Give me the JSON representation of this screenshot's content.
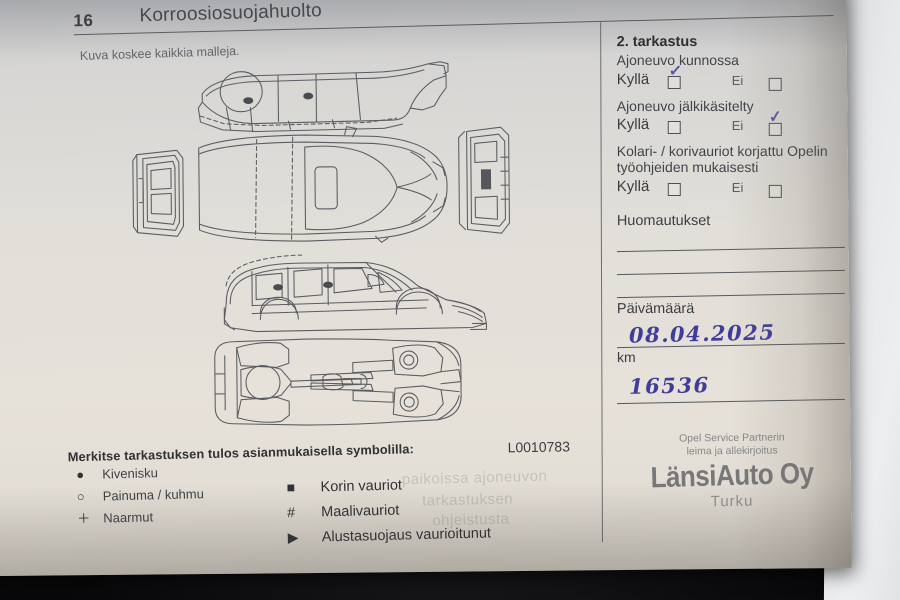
{
  "document": {
    "page_number": "16",
    "title": "Korroosiosuojahuolto",
    "caption": "Kuva koskee kaikkia malleja.",
    "code": "L0010783"
  },
  "legend": {
    "title": "Merkitse tarkastuksen tulos asianmukaisella symbolilla:",
    "left_items": [
      {
        "symbol": "●",
        "label": "Kivenisku"
      },
      {
        "symbol": "○",
        "label": "Painuma / kuhmu"
      },
      {
        "symbol": "＋",
        "label": "Naarmut"
      }
    ],
    "right_items": [
      {
        "symbol": "■",
        "label": "Korin vauriot"
      },
      {
        "symbol": "#",
        "label": "Maalivauriot"
      },
      {
        "symbol": "▶",
        "label": "Alustasuojaus vaurioitunut"
      }
    ]
  },
  "form": {
    "title": "2. tarkastus",
    "yes_label": "Kyllä",
    "no_label": "Ei",
    "questions": [
      {
        "text": "Ajoneuvo kunnossa",
        "text_tail": "",
        "yes_checked": true,
        "no_checked": false
      },
      {
        "text": "Ajoneuvo jälkikäsitelty",
        "text_tail": "",
        "yes_checked": false,
        "no_checked": true
      },
      {
        "text": "Kolari- / korivauriot korjattu Opelin työohjeiden mukaisesti",
        "text_tail": "",
        "yes_checked": false,
        "no_checked": false
      }
    ],
    "notes_label": "Huomautukset",
    "notes_lines": [
      "",
      "",
      ""
    ],
    "date_label": "Päivämäärä",
    "date_value": "08.04.2025",
    "km_label": "km",
    "km_value": "16536",
    "stamp_caption_line1": "Opel Service Partnerin",
    "stamp_caption_line2": "leima ja allekirjoitus",
    "stamp_name": "LänsiAuto Oy",
    "stamp_city": "Turku"
  },
  "drawings": {
    "views": [
      "rear-view",
      "underbody-front-section",
      "top-view",
      "front-view",
      "side-view",
      "chassis-underside-view"
    ]
  },
  "bleed_text": {
    "line1": "paikoissa ajoneuvon",
    "line2": "tarkastuksen",
    "line3": "ohjeistusta"
  },
  "colors": {
    "paper": "#e4dfd7",
    "ink": "#3a3c40",
    "pen": "#3f3d9a",
    "dark_background": "#0a0a0c"
  }
}
